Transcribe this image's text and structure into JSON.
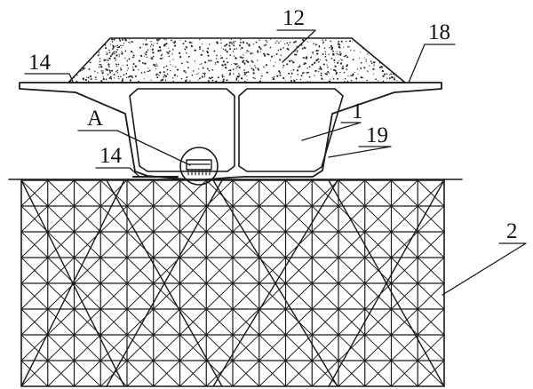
{
  "figure": {
    "labels": {
      "ballast": "12",
      "deck_left": "14",
      "cantilever_right": "18",
      "detail": "A",
      "bearing": "14",
      "box_girder": "1",
      "web": "19",
      "scaffold": "2"
    },
    "colors": {
      "line": "#1a1a1a",
      "background": "#ffffff"
    }
  }
}
